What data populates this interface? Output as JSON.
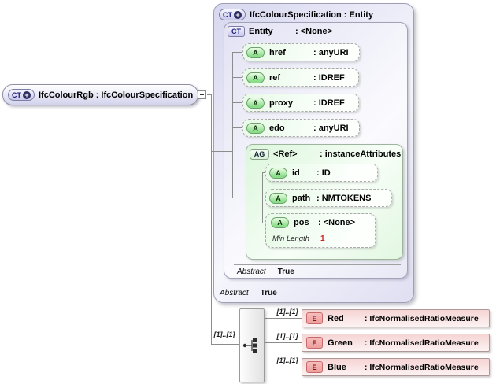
{
  "colors": {
    "complex_type_lavender": "#dcdcf2",
    "attribute_green": "#eafbea",
    "group_green": "#e3f8e3",
    "element_pink": "#f6d7d7",
    "facet_value_red": "#cc2222",
    "connector_gray": "#8c8c8c"
  },
  "root_node": {
    "icon": "CT",
    "plus": "+",
    "label": "IfcColourRgb : IfcColourSpecification",
    "cardinality": "[1]..[1]"
  },
  "base_box": {
    "icon": "CT",
    "plus": "+",
    "title": "IfcColourSpecification : Entity",
    "abstract_label": "Abstract",
    "abstract_value": "True",
    "entity_box": {
      "icon": "CT",
      "name": "Entity",
      "type": ": <None>",
      "abstract_label": "Abstract",
      "abstract_value": "True",
      "attributes": [
        {
          "icon": "A",
          "name": "href",
          "type": ": anyURI"
        },
        {
          "icon": "A",
          "name": "ref",
          "type": ": IDREF"
        },
        {
          "icon": "A",
          "name": "proxy",
          "type": ": IDREF"
        },
        {
          "icon": "A",
          "name": "edo",
          "type": ": anyURI"
        }
      ],
      "attribute_group": {
        "icon": "AG",
        "name": "<Ref>",
        "type": ": instanceAttributes",
        "attributes": [
          {
            "icon": "A",
            "name": "id",
            "type": ": ID"
          },
          {
            "icon": "A",
            "name": "path",
            "type": ": NMTOKENS"
          },
          {
            "icon": "A",
            "name": "pos",
            "type": ": <None>",
            "facet_label": "Min Length",
            "facet_value": "1"
          }
        ]
      }
    }
  },
  "content_model": {
    "elements": [
      {
        "icon": "E",
        "name": "Red",
        "type": ": IfcNormalisedRatioMeasure",
        "cardinality": "[1]..[1]"
      },
      {
        "icon": "E",
        "name": "Green",
        "type": ": IfcNormalisedRatioMeasure",
        "cardinality": "[1]..[1]"
      },
      {
        "icon": "E",
        "name": "Blue",
        "type": ": IfcNormalisedRatioMeasure",
        "cardinality": "[1]..[1]"
      }
    ]
  }
}
